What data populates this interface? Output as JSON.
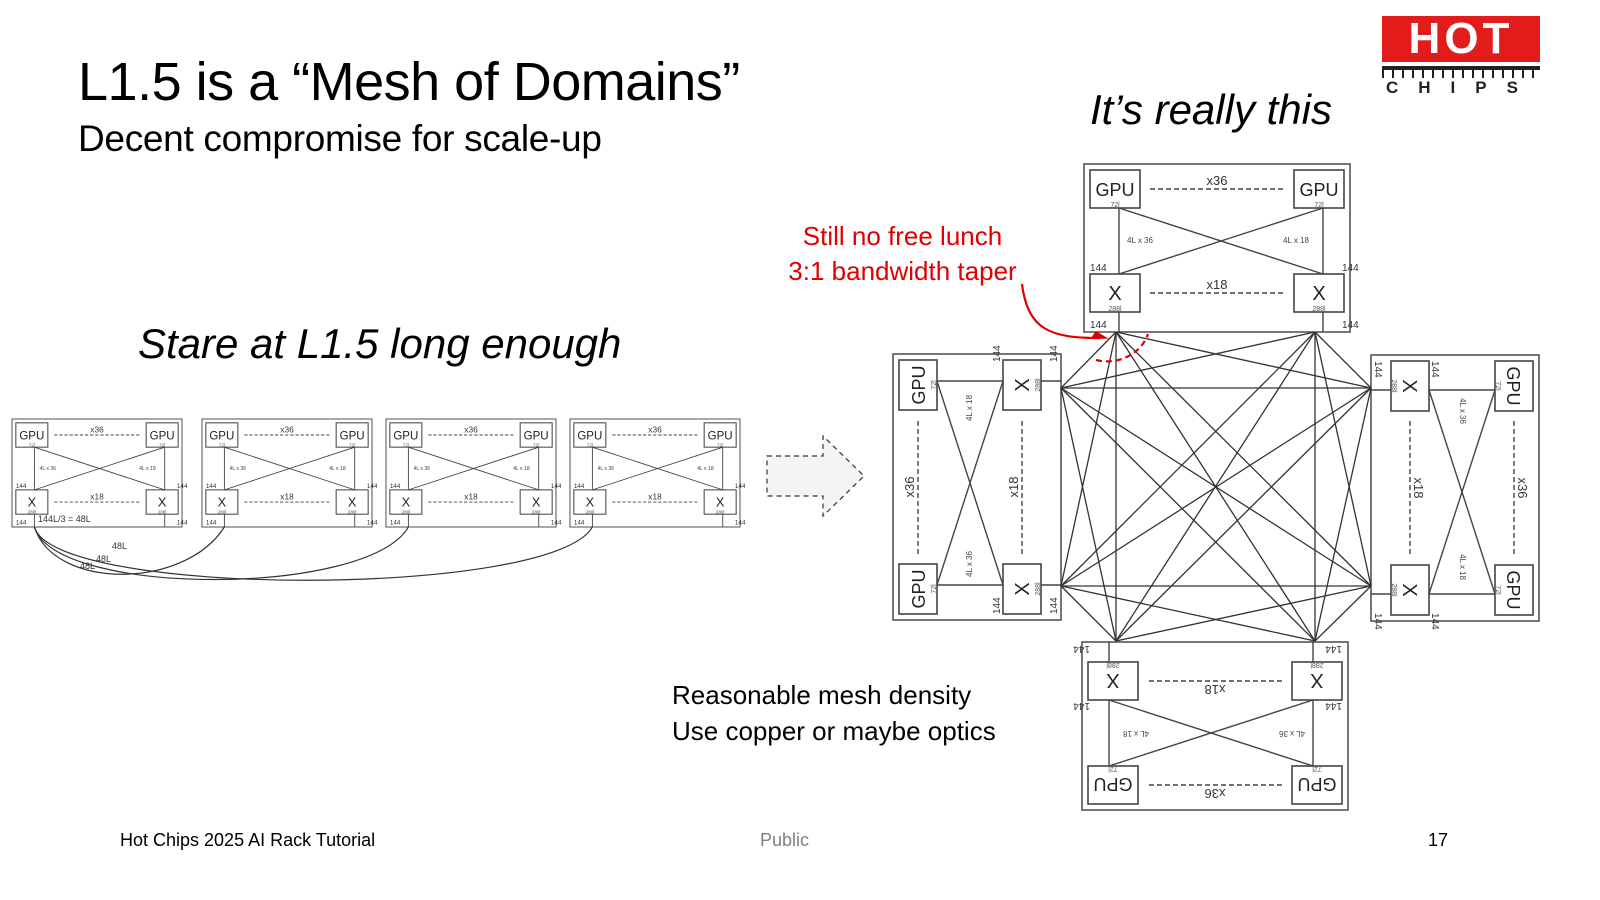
{
  "slide": {
    "title": "L1.5 is a “Mesh of Domains”",
    "subtitle": "Decent compromise for scale-up",
    "lead_left": "Stare at L1.5 long enough",
    "lead_right": "It’s really this",
    "red_note_line1": "Still no free lunch",
    "red_note_line2": "3:1 bandwidth taper",
    "note_bottom_line1": "Reasonable mesh density",
    "note_bottom_line2": "Use copper or maybe optics",
    "accent_color": "#e00000"
  },
  "logo": {
    "top": "HOT",
    "bottom": "CHIPS"
  },
  "footer": {
    "left": "Hot Chips 2025 AI Rack Tutorial",
    "center": "Public",
    "page_number": "17"
  },
  "domain_labels": {
    "gpu": "GPU",
    "switch": "X",
    "gpu_links": "72l",
    "switch_links": "288l",
    "port_count": "144",
    "gpu_pair_count": "x36",
    "switch_pair_count": "x18",
    "gpu_to_switch_a": "4L x 36",
    "gpu_to_switch_b": "4L x 18",
    "bus_width": "4"
  },
  "small_domains": {
    "count": 4,
    "taper_label": "144L/3 = 48L",
    "link_labels": [
      "48L",
      "48L",
      "48L"
    ]
  },
  "big_mesh": {
    "domains": [
      "top",
      "left",
      "right",
      "bottom"
    ]
  }
}
